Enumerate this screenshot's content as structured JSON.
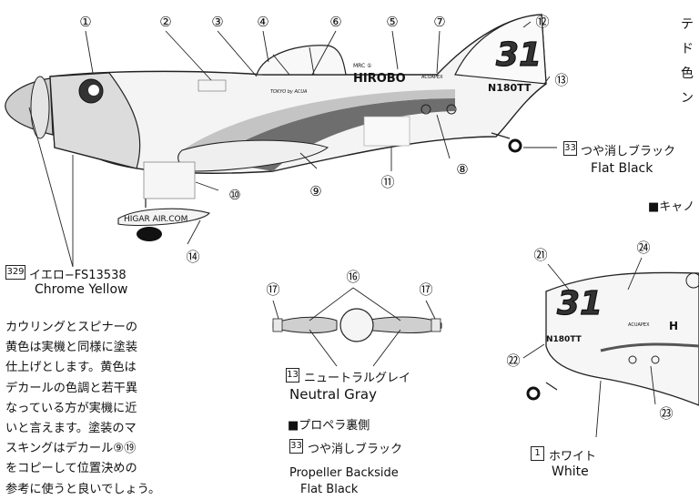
{
  "callouts_main": [
    "①",
    "②",
    "③",
    "④",
    "⑥",
    "⑤",
    "⑦",
    "⑫",
    "⑬",
    "⑧",
    "⑪",
    "⑨",
    "⑩",
    "⑭"
  ],
  "callouts_prop": [
    "⑰",
    "⑯",
    "⑰"
  ],
  "callouts_right": [
    "㉑",
    "㉔",
    "㉒",
    "㉓"
  ],
  "plane_marks": {
    "race_number": "31",
    "registration": "N180TT",
    "brand": "HIROBO",
    "mrc": "MRC ①",
    "acuapex": "ACUAPEX",
    "tank_label": "HIGAR AIR.COM",
    "tail_stripe_note": "TOKYO by ACUA"
  },
  "paint_flat_black": {
    "code": "33",
    "jp": "つや消しブラック",
    "en": "Flat Black"
  },
  "paint_chrome_yellow": {
    "code": "329",
    "jp": "イエロ−FS13538",
    "en": "Chrome Yellow"
  },
  "paint_neutral_gray": {
    "code": "13",
    "jp": "ニュートラルグレイ",
    "en": "Neutral Gray"
  },
  "propeller_back": {
    "heading": "■プロペラ裏側",
    "code": "33",
    "jp": "つや消しブラック",
    "en1": "Propeller Backside",
    "en2": "Flat Black"
  },
  "paint_white": {
    "code": "1",
    "jp": "ホワイト",
    "en": "White"
  },
  "canopy_heading_partial": "■キャノ",
  "note_lines": [
    "カウリングとスピナーの",
    "黄色は実機と同様に塗装",
    "仕上げとします。黄色は",
    "デカールの色調と若干異",
    "なっている方が実機に近",
    "いと言えます。塗装のマ",
    "スキングはデカール⑨⑲",
    "をコピーして位置決めの",
    "参考に使うと良いでしょう。"
  ],
  "cutoff_chars": [
    "テ",
    "ド",
    "色",
    "ン"
  ],
  "colors": {
    "ink": "#111111",
    "gray_stripe": "#7a7a7a",
    "light_gray": "#c8c8c8",
    "cowl_gray": "#d8d8d8"
  }
}
